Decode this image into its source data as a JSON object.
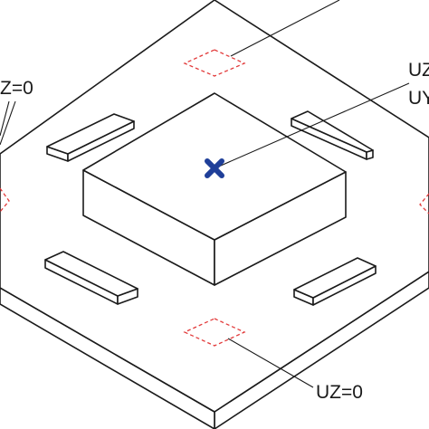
{
  "labels": {
    "left_top": "Z=0",
    "right_top_1": "UZ",
    "right_top_2": "UY",
    "bottom": "UZ=0"
  },
  "colors": {
    "line": "#1a1a1a",
    "boundary_dash": "#e23a3a",
    "load_marker": "#1f3f99"
  },
  "icons": {
    "load_marker": "x-cross-icon"
  }
}
